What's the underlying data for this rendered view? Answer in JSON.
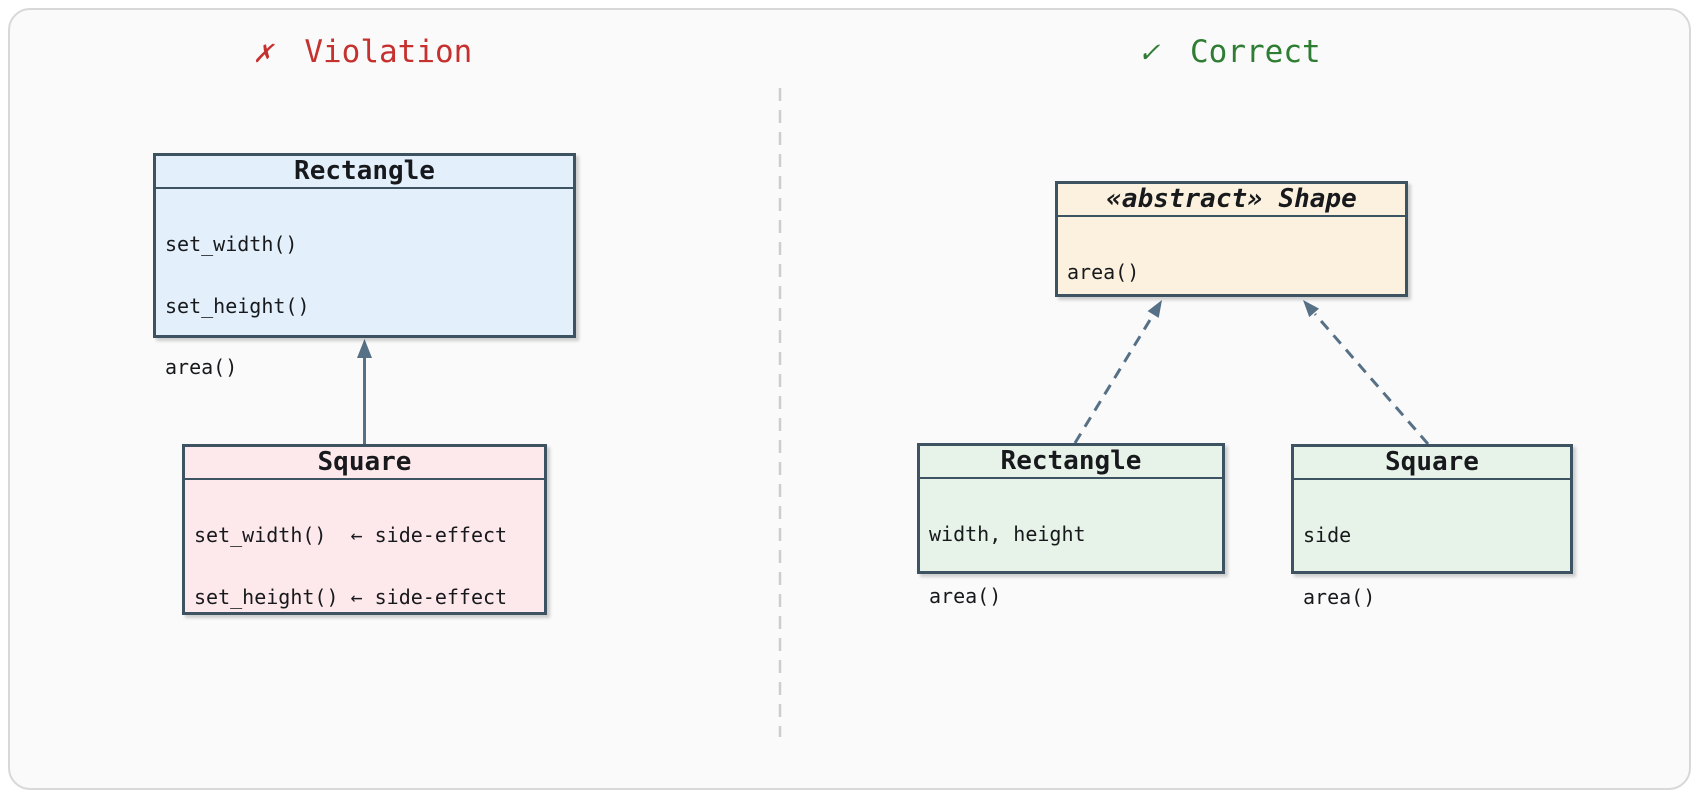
{
  "colors": {
    "violation_accent": "#c5312f",
    "correct_accent": "#2e7d32",
    "box_border": "#3e5362",
    "arrow": "#567086",
    "divider": "#cdcdcd",
    "rectangle_violation_fill": "#e3f0fb",
    "square_violation_fill": "#fde8ec",
    "shape_fill": "#fcf1de",
    "correct_fill": "#e7f2e8",
    "card_bg": "#fafafa",
    "text": "#17191c"
  },
  "panels": {
    "violation": {
      "icon": "✗",
      "title": "Violation",
      "classes": {
        "rectangle": {
          "name": "Rectangle",
          "members": [
            "set_width()",
            "set_height()",
            "area()"
          ]
        },
        "square": {
          "name": "Square",
          "members": [
            "set_width()  ← side-effect",
            "set_height() ← side-effect"
          ]
        }
      }
    },
    "correct": {
      "icon": "✓",
      "title": "Correct",
      "classes": {
        "shape": {
          "name": "«abstract» Shape",
          "members": [
            "area()"
          ]
        },
        "rectangle": {
          "name": "Rectangle",
          "members": [
            "width, height",
            "area()"
          ]
        },
        "square": {
          "name": "Square",
          "members": [
            "side",
            "area()"
          ]
        }
      }
    }
  }
}
